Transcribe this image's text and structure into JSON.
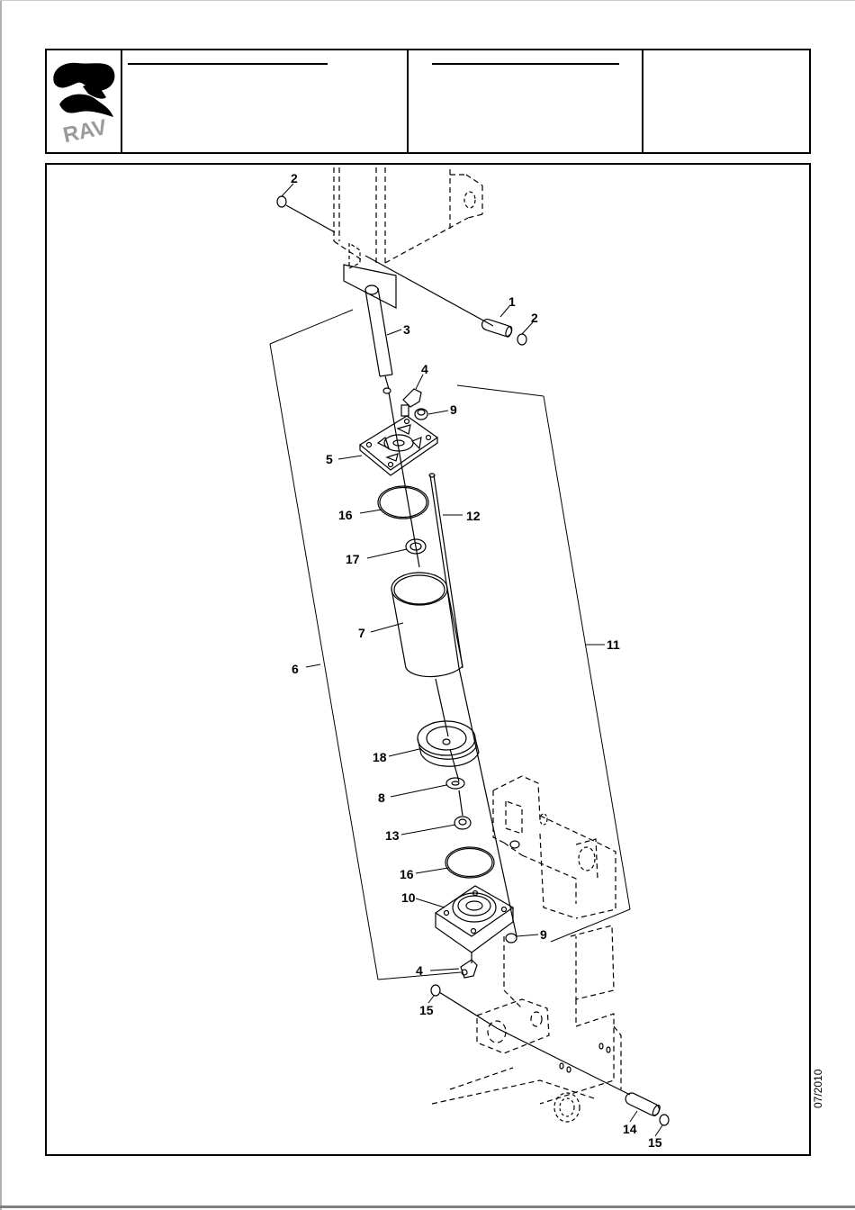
{
  "title_block": {
    "logo_text": "RAV",
    "field_1": "",
    "field_2": "",
    "field_3": ""
  },
  "drawing": {
    "callouts": {
      "c1": "1",
      "c2a": "2",
      "c2b": "2",
      "c3": "3",
      "c4a": "4",
      "c4b": "4",
      "c5": "5",
      "c6": "6",
      "c7": "7",
      "c8": "8",
      "c9a": "9",
      "c9b": "9",
      "c10": "10",
      "c11": "11",
      "c12": "12",
      "c13": "13",
      "c14": "14",
      "c15a": "15",
      "c15b": "15",
      "c16a": "16",
      "c16b": "16",
      "c17": "17",
      "c18": "18"
    }
  },
  "date_stamp": "07/2010"
}
